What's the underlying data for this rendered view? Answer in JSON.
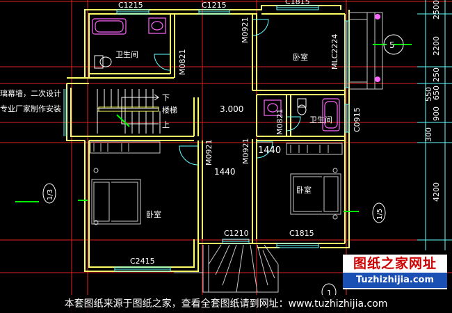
{
  "colors": {
    "background": "#000000",
    "wall": "#ffff66",
    "wall_inner": "#ff66ff",
    "grid": "#e02020",
    "dimension": "#66ffff",
    "window": "#66ffff",
    "door": "#66ffff",
    "fixture": "#ff66ff",
    "text": "#ffffff",
    "green": "#00ff00",
    "gray": "#c8c8c8"
  },
  "windows": {
    "c1215_left": "C1215",
    "c1215_mid": "C1215",
    "c1815_top": "C1815",
    "c1210": "C1210",
    "c1815_bottom": "C1815",
    "c2415": "C2415",
    "c0915": "C0915",
    "mlc2224": "MLC2224"
  },
  "doors": {
    "m0821_bath_left": "M0821",
    "m0921_top": "M0921",
    "m0821_bath_right": "M0821",
    "m0921_bedroom_left": "M0921",
    "m0921_bedroom_right": "M0921"
  },
  "rooms": {
    "bathroom_left": "卫生间",
    "bathroom_right": "卫生间",
    "bedroom_top_right": "卧室",
    "bedroom_left": "卧室",
    "bedroom_right": "卧室"
  },
  "stair": {
    "down": "下",
    "stair_label": "楼梯",
    "up": "上",
    "elevation": "3.000"
  },
  "note": {
    "line1": "璃幕墙，二次设计",
    "line2": "专业厂家制作安装"
  },
  "dimensions": {
    "d1440": "1440",
    "d2500": "2500",
    "d2200": "2200",
    "d250": "250",
    "d550": "550",
    "d650": "650",
    "d900": "900",
    "d300": "300",
    "d4200": "4200"
  },
  "axis_marks": {
    "bubble_top": "5",
    "bubble_left": "1/3",
    "bubble_right": "1/5",
    "bubble_bottom": "1"
  },
  "watermark": {
    "title": "图纸之家网址",
    "url": "Tuzhizhijia.com"
  },
  "footer": "本套图纸来源于图纸之家，查看全套图纸请到网址：www.tuzhizhijia.com"
}
